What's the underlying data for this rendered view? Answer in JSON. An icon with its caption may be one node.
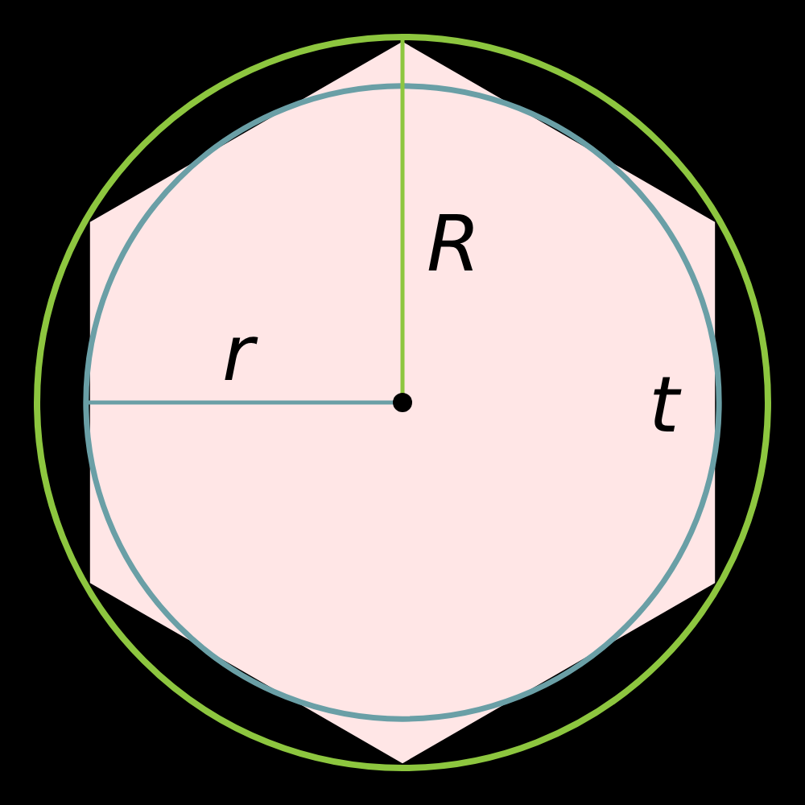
{
  "diagram": {
    "labels": [
      "R",
      "r",
      "t"
    ]
  }
}
